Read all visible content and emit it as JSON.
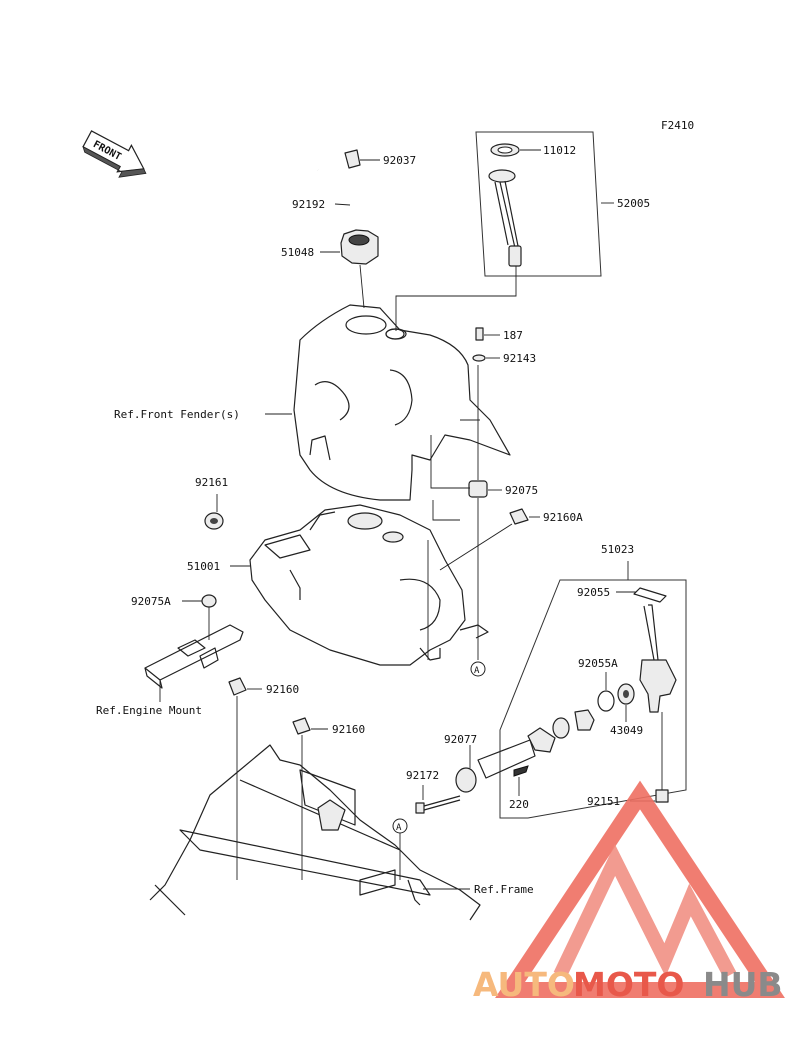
{
  "figure_code": "F2410",
  "front_arrow_label": "FRONT",
  "callouts": {
    "p92037": "92037",
    "p11012": "11012",
    "p52005": "52005",
    "p92192": "92192",
    "p51048": "51048",
    "p187": "187",
    "p92143": "92143",
    "ref_front_fender": "Ref.Front Fender(s)",
    "p92161": "92161",
    "p92075": "92075",
    "p92160A": "92160A",
    "p51023": "51023",
    "p51001": "51001",
    "p92055": "92055",
    "p92075A": "92075A",
    "p92055A": "92055A",
    "p92160a": "92160",
    "ref_engine_mount": "Ref.Engine Mount",
    "p43049": "43049",
    "p92160b": "92160",
    "p92077": "92077",
    "p92172": "92172",
    "p220": "220",
    "p92151": "92151",
    "ref_frame": "Ref.Frame",
    "circle_a_1": "A",
    "circle_a_2": "A"
  },
  "watermark": {
    "part1": "AUTO",
    "part2": "MOTO",
    "part3": "HUB",
    "color_light": "#f6b97d",
    "color_red": "#e8584a",
    "color_gray": "#8a8a8a"
  }
}
